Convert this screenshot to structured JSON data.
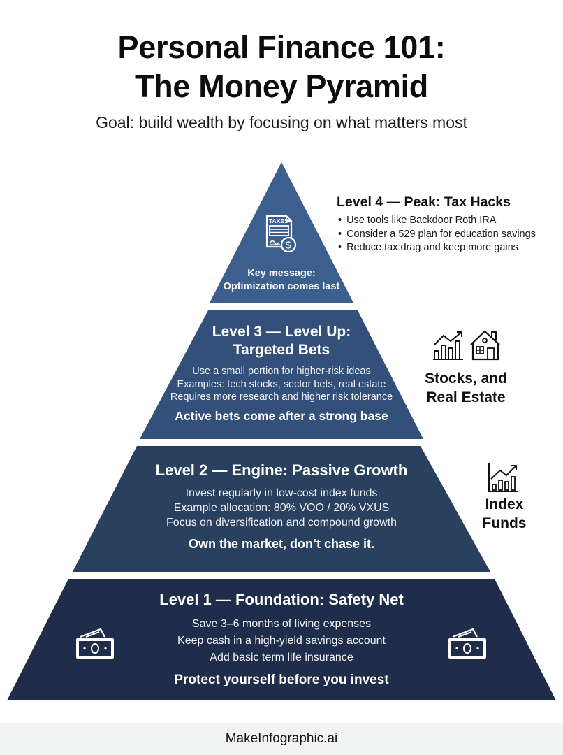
{
  "header": {
    "title_line1": "Personal Finance 101:",
    "title_line2": "The Money Pyramid",
    "subtitle": "Goal: build wealth by focusing on what matters most"
  },
  "colors": {
    "level4": "#3d5f8e",
    "level3": "#33507a",
    "level2": "#29405f",
    "level1": "#1f2d4a",
    "text_dark": "#111111",
    "footer_bg": "#f3f4f4"
  },
  "levels": [
    {
      "id": "level4",
      "title": "Level 4 — Peak: Tax Hacks",
      "icon": "taxes-document-icon",
      "icon_label": "TAXES",
      "key_message_line1": "Key message:",
      "key_message_line2": "Optimization comes last",
      "bullets": [
        "Use tools like Backdoor Roth IRA",
        "Consider a 529 plan for education savings",
        "Reduce tax drag and keep more gains"
      ]
    },
    {
      "id": "level3",
      "title_line1": "Level 3 — Level Up:",
      "title_line2": "Targeted Bets",
      "body": [
        "Use a small portion for higher-risk ideas",
        "Examples: tech stocks, sector bets, real estate",
        "Requires more research and higher risk tolerance"
      ],
      "message": "Active bets come after a strong base",
      "side_icons": [
        "bar-chart-trend-icon",
        "house-icon"
      ],
      "side_label_line1": "Stocks, and",
      "side_label_line2": "Real Estate"
    },
    {
      "id": "level2",
      "title": "Level 2 — Engine: Passive Growth",
      "body": [
        "Invest regularly in low-cost index funds",
        "Example allocation: 80% VOO / 20% VXUS",
        "Focus on diversification and compound growth"
      ],
      "message": "Own the market, don’t chase it.",
      "side_icons": [
        "line-chart-growth-icon"
      ],
      "side_label_line1": "Index",
      "side_label_line2": "Funds"
    },
    {
      "id": "level1",
      "title": "Level 1 — Foundation: Safety Net",
      "body": [
        "Save 3–6 months of living expenses",
        "Keep cash in a high-yield savings account",
        "Add basic term life insurance"
      ],
      "message": "Protect yourself before you invest",
      "side_icons": [
        "cash-bills-icon",
        "cash-bills-icon"
      ]
    }
  ],
  "footer": {
    "brand": "MakeInfographic.ai"
  }
}
